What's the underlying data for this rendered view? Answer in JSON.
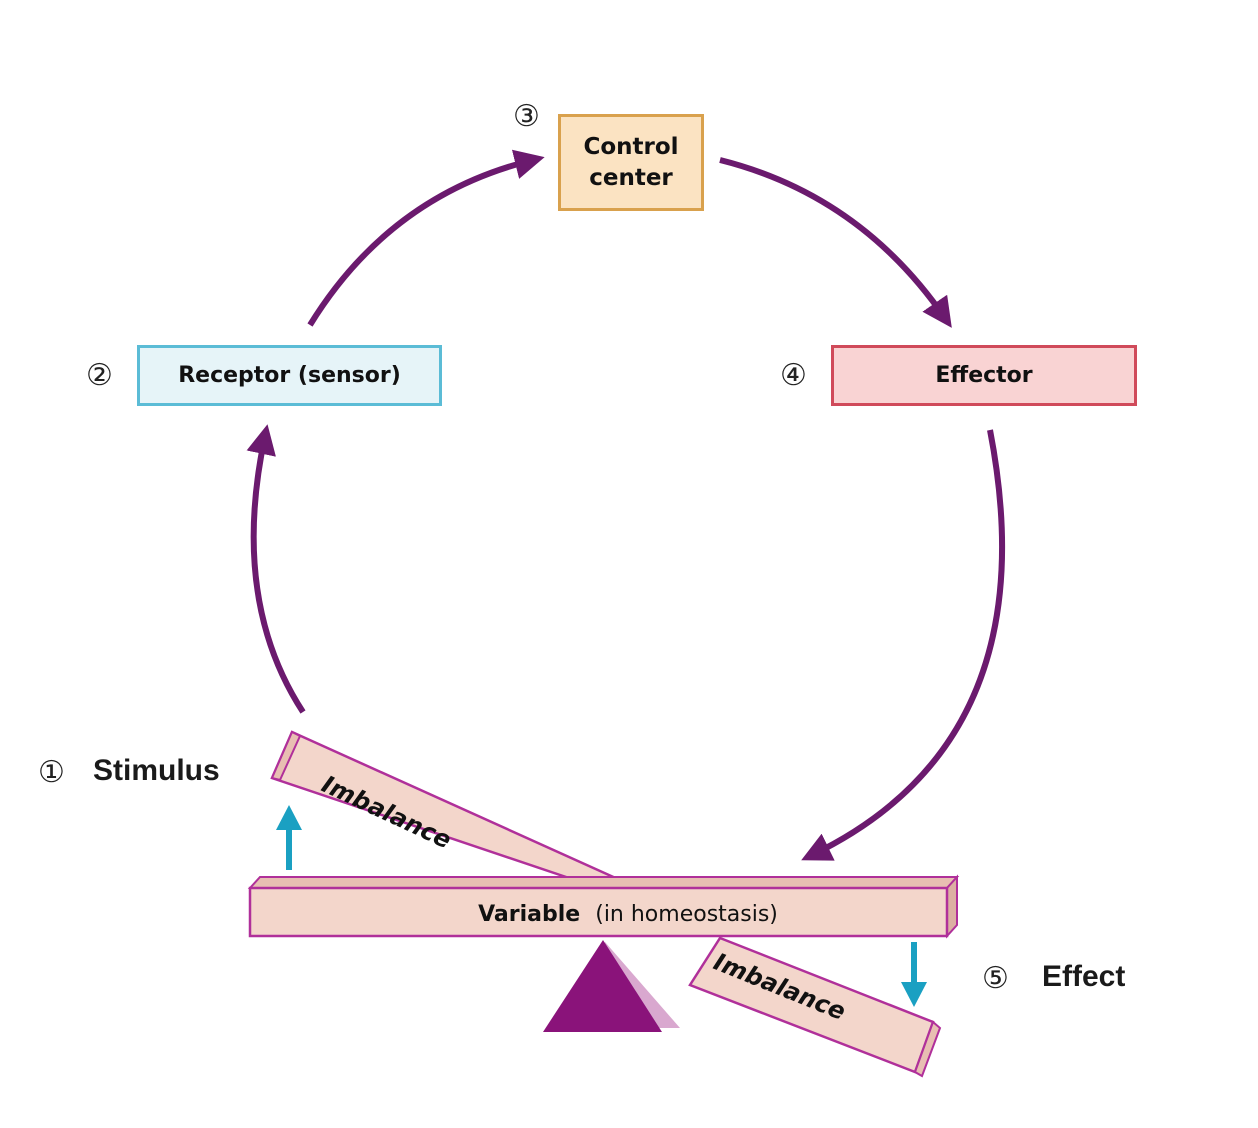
{
  "steps": {
    "stimulus": {
      "number": "①",
      "label": "Stimulus"
    },
    "receptor": {
      "number": "②",
      "label": "Receptor (sensor)"
    },
    "control_center": {
      "number": "③",
      "label_line1": "Control",
      "label_line2": "center"
    },
    "effector": {
      "number": "④",
      "label": "Effector"
    },
    "effect": {
      "number": "⑤",
      "label": "Effect"
    }
  },
  "seesaw": {
    "variable_bold": "Variable",
    "variable_rest": "(in homeostasis)",
    "imbalance_upper": "Imbalance",
    "imbalance_lower": "Imbalance"
  },
  "colors": {
    "arrow": "#6b1a6e",
    "cyan_arrow": "#1aa0c2",
    "beam_fill": "#f3d6cb",
    "beam_stroke": "#b0309a",
    "fulcrum": "#8a137a",
    "receptor_fill": "#e6f4f8",
    "receptor_stroke": "#5bbcd6",
    "control_fill": "#fbe3c2",
    "control_stroke": "#d9a14d",
    "effector_fill": "#f9d3d3",
    "effector_stroke": "#d04a5a"
  }
}
